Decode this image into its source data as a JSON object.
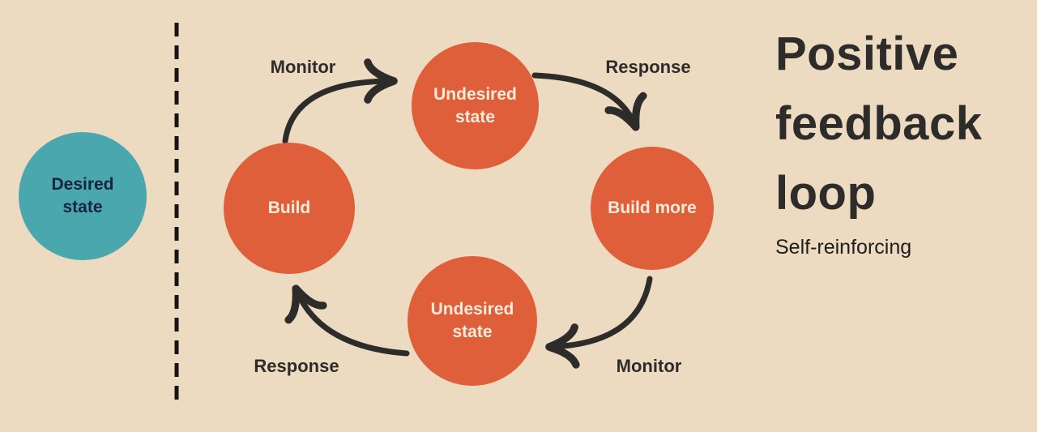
{
  "colors": {
    "bg": "#ecdbc0",
    "orange": "#df5f3a",
    "teal": "#4aa7ae",
    "cream": "#f6ecd9",
    "dark": "#2d2c2a",
    "navy": "#172440",
    "divider": "#161513"
  },
  "left_panel": {
    "desired_state_label": "Desired state"
  },
  "loop": {
    "nodes": {
      "top": "Undesired state",
      "right": "Build more",
      "bottom": "Undesired state",
      "left": "Build"
    },
    "edges": {
      "top_left": "Monitor",
      "top_right": "Response",
      "bottom_right": "Monitor",
      "bottom_left": "Response"
    }
  },
  "title_panel": {
    "title_lines": [
      "Positive",
      "feedback",
      "loop"
    ],
    "subtitle": "Self-reinforcing"
  }
}
